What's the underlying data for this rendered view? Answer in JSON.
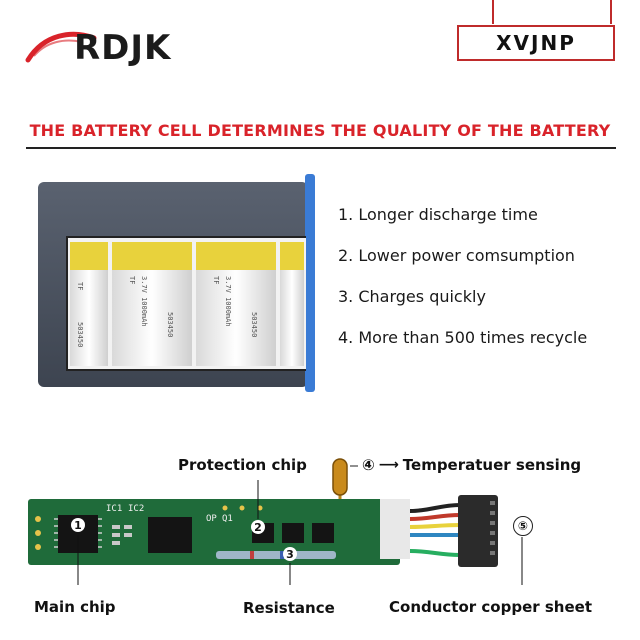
{
  "header": {
    "logo_text": "RDJK",
    "model": "XVJNP"
  },
  "headline": "THE BATTERY CELL DETERMINES THE QUALITY OF THE BATTERY",
  "features": [
    "1. Longer discharge time",
    "2. Lower power comsumption",
    "3. Charges quickly",
    "4. More than 500 times recycle"
  ],
  "battery_cells": {
    "label_a": "TF",
    "label_b": "503450",
    "label_c": "3.7V 1000mAh"
  },
  "pcb": {
    "protection_chip_label": "Protection chip",
    "temperature_number": "④",
    "temperature_label": "Temperatuer sensing",
    "main_chip_label": "Main chip",
    "resistance_label": "Resistance",
    "conductor_number": "⑤",
    "conductor_label": "Conductor copper sheet",
    "marker_1": "1",
    "marker_2": "2",
    "marker_3": "3",
    "silk_ic1": "IC1",
    "silk_ic2": "IC2",
    "silk_q1": "Q1",
    "silk_op": "OP"
  },
  "colors": {
    "brand_red": "#d9232a",
    "pcb_green": "#1f6b3a",
    "cell_yellow": "#e8d23c",
    "frame_gray": "#4b5361",
    "frame_blue": "#3a7bd5"
  }
}
